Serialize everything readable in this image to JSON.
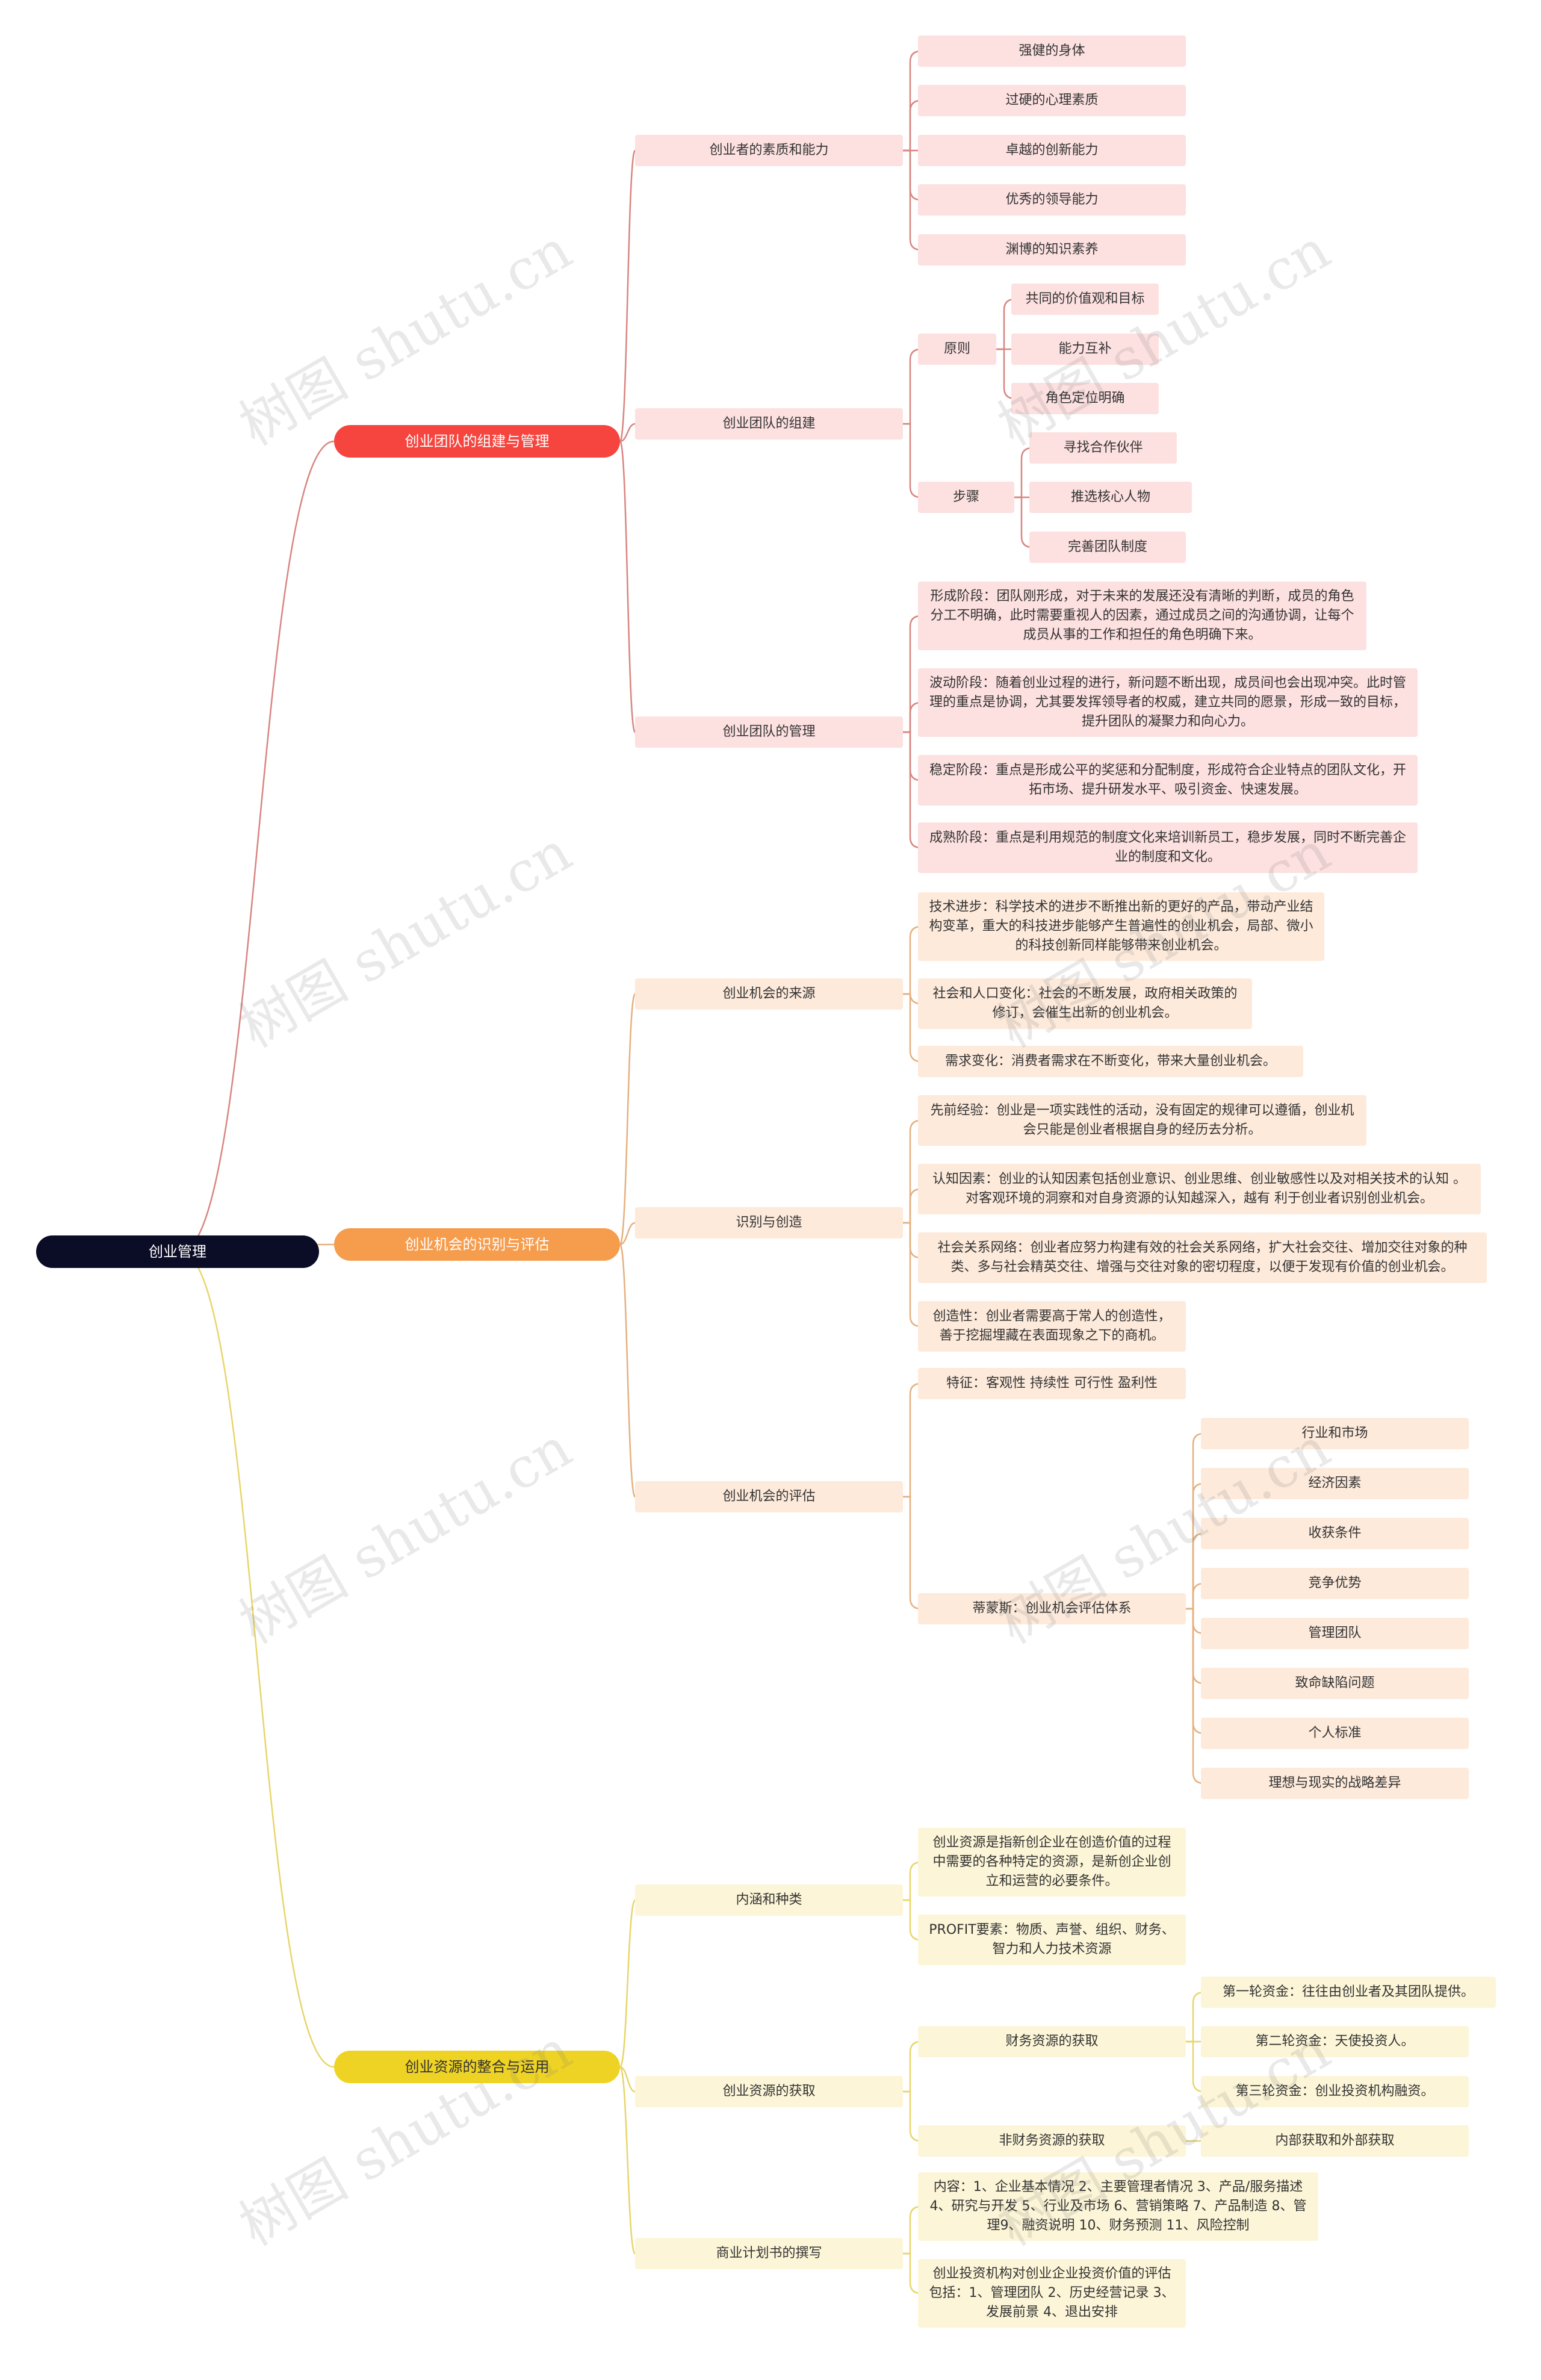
{
  "watermark": "树图 shutu.cn",
  "colors": {
    "root": "#0b0c26",
    "branch1": "#f5453e",
    "branch1_box": "#fde0e0",
    "branch1_line": "#d88580",
    "branch2": "#f69c4d",
    "branch2_box": "#fdeadb",
    "branch2_line": "#e5b07f",
    "branch3": "#efd324",
    "branch3_box": "#fcf5d7",
    "branch3_line": "#e8d56a"
  },
  "root": "创业管理",
  "branches": [
    {
      "label": "创业团队的组建与管理",
      "subs": [
        {
          "label": "创业者的素质和能力",
          "items": [
            "强健的身体",
            "过硬的心理素质",
            "卓越的创新能力",
            "优秀的领导能力",
            "渊博的知识素养"
          ]
        },
        {
          "label": "创业团队的组建",
          "groups": [
            {
              "label": "原则",
              "items": [
                "共同的价值观和目标",
                "能力互补",
                "角色定位明确"
              ]
            },
            {
              "label": "步骤",
              "items": [
                "寻找合作伙伴",
                "推选核心人物",
                "完善团队制度"
              ]
            }
          ]
        },
        {
          "label": "创业团队的管理",
          "items": [
            "形成阶段：团队刚形成，对于未来的发展还没有清晰的判断，成员的角色分工不明确，此时需要重视人的因素，通过成员之间的沟通协调，让每个成员从事的工作和担任的角色明确下来。",
            "波动阶段：随着创业过程的进行，新问题不断出现，成员间也会出现冲突。此时管理的重点是协调，尤其要发挥领导者的权威，建立共同的愿景，形成一致的目标， 提升团队的凝聚力和向心力。",
            "稳定阶段：重点是形成公平的奖惩和分配制度，形成符合企业特点的团队文化，开拓市场、提升研发水平、吸引资金、快速发展。",
            "成熟阶段：重点是利用规范的制度文化来培训新员工，稳步发展，同时不断完善企业的制度和文化。"
          ]
        }
      ]
    },
    {
      "label": "创业机会的识别与评估",
      "subs": [
        {
          "label": "创业机会的来源",
          "items": [
            "技术进步：科学技术的进步不断推出新的更好的产品，带动产业结构变革，重大的科技进步能够产生普遍性的创业机会，局部、微小的科技创新同样能够带来创业机会。",
            "社会和人口变化：社会的不断发展，政府相关政策的修订，会催生出新的创业机会。",
            "需求变化：消费者需求在不断变化，带来大量创业机会。"
          ]
        },
        {
          "label": "识别与创造",
          "items": [
            "先前经验：创业是一项实践性的活动，没有固定的规律可以遵循，创业机会只能是创业者根据自身的经历去分析。",
            "认知因素：创业的认知因素包括创业意识、创业思维、创业敏感性以及对相关技术的认知 。对客观环境的洞察和对自身资源的认知越深入，越有 利于创业者识别创业机会。",
            "社会关系网络：创业者应努力构建有效的社会关系网络，扩大社会交往、增加交往对象的种类、多与社会精英交往、增强与交往对象的密切程度，以便于发现有价值的创业机会。",
            "创造性：创业者需要高于常人的创造性，善于挖掘埋藏在表面现象之下的商机。"
          ]
        },
        {
          "label": "创业机会的评估",
          "items": [
            "特征：客观性 持续性 可行性 盈利性"
          ],
          "groups": [
            {
              "label": "蒂蒙斯：创业机会评估体系",
              "items": [
                "行业和市场",
                "经济因素",
                "收获条件",
                "竞争优势",
                "管理团队",
                "致命缺陷问题",
                "个人标准",
                "理想与现实的战略差异"
              ]
            }
          ]
        }
      ]
    },
    {
      "label": "创业资源的整合与运用",
      "subs": [
        {
          "label": "内涵和种类",
          "items": [
            "创业资源是指新创企业在创造价值的过程中需要的各种特定的资源，是新创企业创立和运营的必要条件。",
            "PROFIT要素：物质、声誉、组织、财务、智力和人力技术资源"
          ]
        },
        {
          "label": "创业资源的获取",
          "groups": [
            {
              "label": "财务资源的获取",
              "items": [
                "第一轮资金：往往由创业者及其团队提供。",
                "第二轮资金：天使投资人。",
                "第三轮资金：创业投资机构融资。"
              ]
            },
            {
              "label": "非财务资源的获取",
              "items": [
                "内部获取和外部获取"
              ]
            }
          ]
        },
        {
          "label": "商业计划书的撰写",
          "items": [
            "内容：1、企业基本情况 2、主要管理者情况 3、产品/服务描述 4、研究与开发 5、行业及市场 6、营销策略 7、产品制造 8、管理9、融资说明 10、财务预测 11、风险控制",
            "创业投资机构对创业企业投资价值的评估包括：1、管理团队 2、历史经营记录 3、发展前景 4、退出安排"
          ]
        }
      ]
    }
  ]
}
